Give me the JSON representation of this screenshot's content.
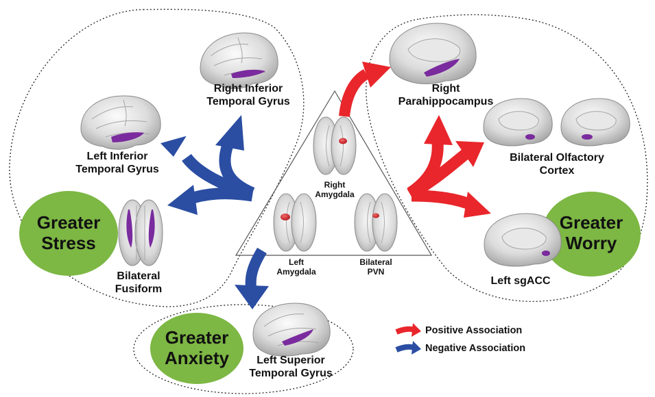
{
  "colors": {
    "positive": "#e8262b",
    "negative": "#2b4ea3",
    "outcome_fill": "#7db744",
    "roi_purple": "#7a2b9e",
    "amygdala_red": "#d1252b"
  },
  "outcomes": {
    "stress": {
      "line1": "Greater",
      "line2": "Stress"
    },
    "worry": {
      "line1": "Greater",
      "line2": "Worry"
    },
    "anxiety": {
      "line1": "Greater",
      "line2": "Anxiety"
    }
  },
  "seeds": {
    "right_amygdala": {
      "line1": "Right",
      "line2": "Amygdala"
    },
    "left_amygdala": {
      "line1": "Left",
      "line2": "Amygdala"
    },
    "bilateral_pvn": {
      "line1": "Bilateral",
      "line2": "PVN"
    }
  },
  "regions": {
    "right_itg": {
      "line1": "Right Inferior",
      "line2": "Temporal Gyrus"
    },
    "left_itg": {
      "line1": "Left Inferior",
      "line2": "Temporal Gyrus"
    },
    "bilateral_fusiform": {
      "line1": "Bilateral",
      "line2": "Fusiform"
    },
    "right_parahippocampus": {
      "line1": "Right",
      "line2": "Parahippocampus"
    },
    "bilateral_olfactory": {
      "line1": "Bilateral Olfactory",
      "line2": "Cortex"
    },
    "left_sgacc": {
      "line1": "Left sgACC"
    },
    "left_stg": {
      "line1": "Left Superior",
      "line2": "Temporal Gyrus"
    }
  },
  "legend": {
    "positive_label": "Positive Association",
    "negative_label": "Negative Association"
  }
}
